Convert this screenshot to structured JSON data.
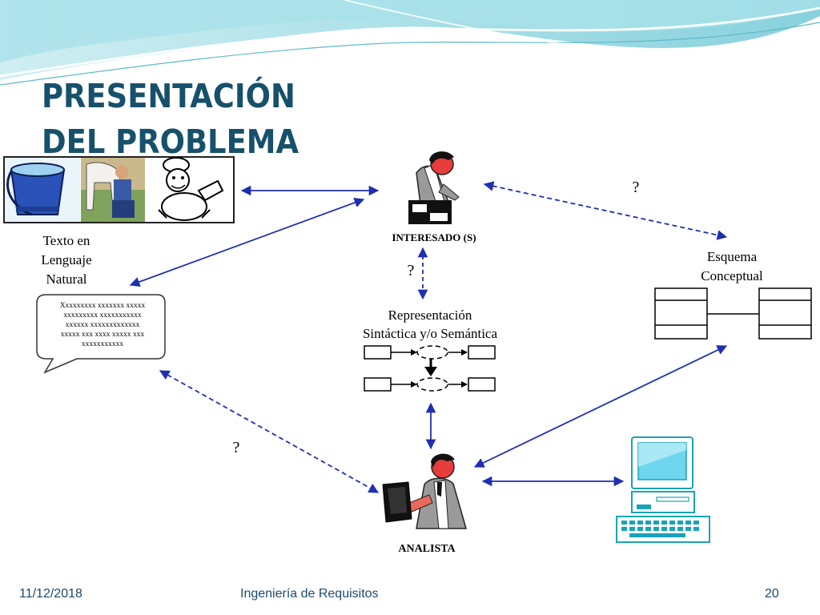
{
  "slide": {
    "title_line1": "PRESENTACIÓN",
    "title_line2": "DEL PROBLEMA"
  },
  "diagram": {
    "nodes": {
      "interesado": "INTERESADO (S)",
      "analista": "ANALISTA",
      "texto_line1": "Texto en",
      "texto_line2": "Lenguaje",
      "texto_line3": "Natural",
      "esquema_line1": "Esquema",
      "esquema_line2": "Conceptual",
      "repr_line1": "Representación",
      "repr_line2": "Sintáctica y/o Semántica"
    },
    "question_marks": {
      "top_right": "?",
      "middle": "?",
      "bottom_left": "?"
    },
    "bubble_lines": [
      "Xxxxxxxxx xxxxxxx xxxxx",
      "xxxxxxxxx xxxxxxxxxxx",
      "xxxxxx xxxxxxxxxxxxx",
      "xxxxx xxx xxxx xxxxx xxx",
      "xxxxxxxxxxx"
    ]
  },
  "footer": {
    "date": "11/12/2018",
    "course": "Ingeniería de Requisitos",
    "page": "20"
  },
  "colors": {
    "title": "#17506b",
    "arrow": "#1f2fb0",
    "wave": "#7fd0dc"
  }
}
